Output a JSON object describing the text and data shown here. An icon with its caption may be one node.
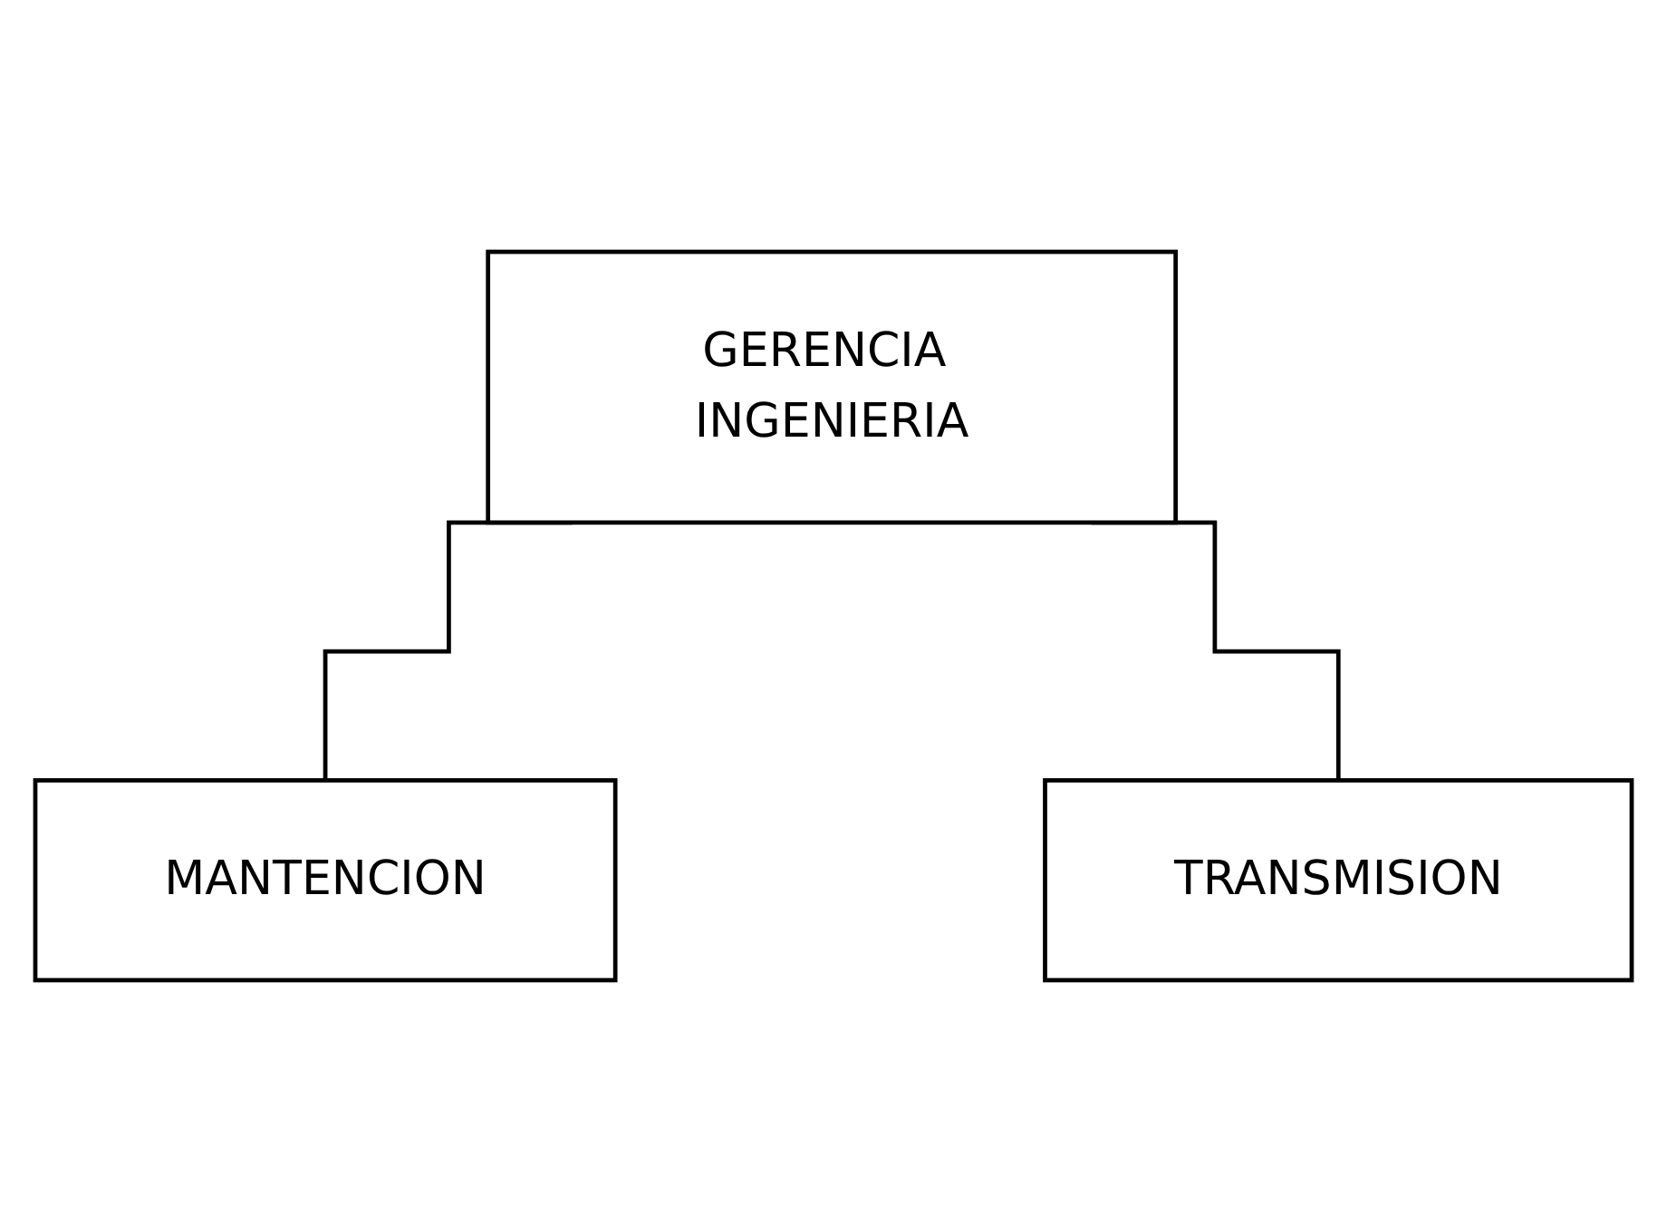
{
  "diagram": {
    "nodes": [
      {
        "text": [
          "GERENCIA INGENIERIA"
        ]
      },
      {
        "text": [
          "MANTENCION"
        ]
      },
      {
        "text": [
          "TRANSMISION"
        ]
      }
    ],
    "edges": [
      {
        "from": 0,
        "to": 1,
        "arrow": "none"
      },
      {
        "from": 0,
        "to": 2,
        "arrow": "none"
      }
    ]
  }
}
